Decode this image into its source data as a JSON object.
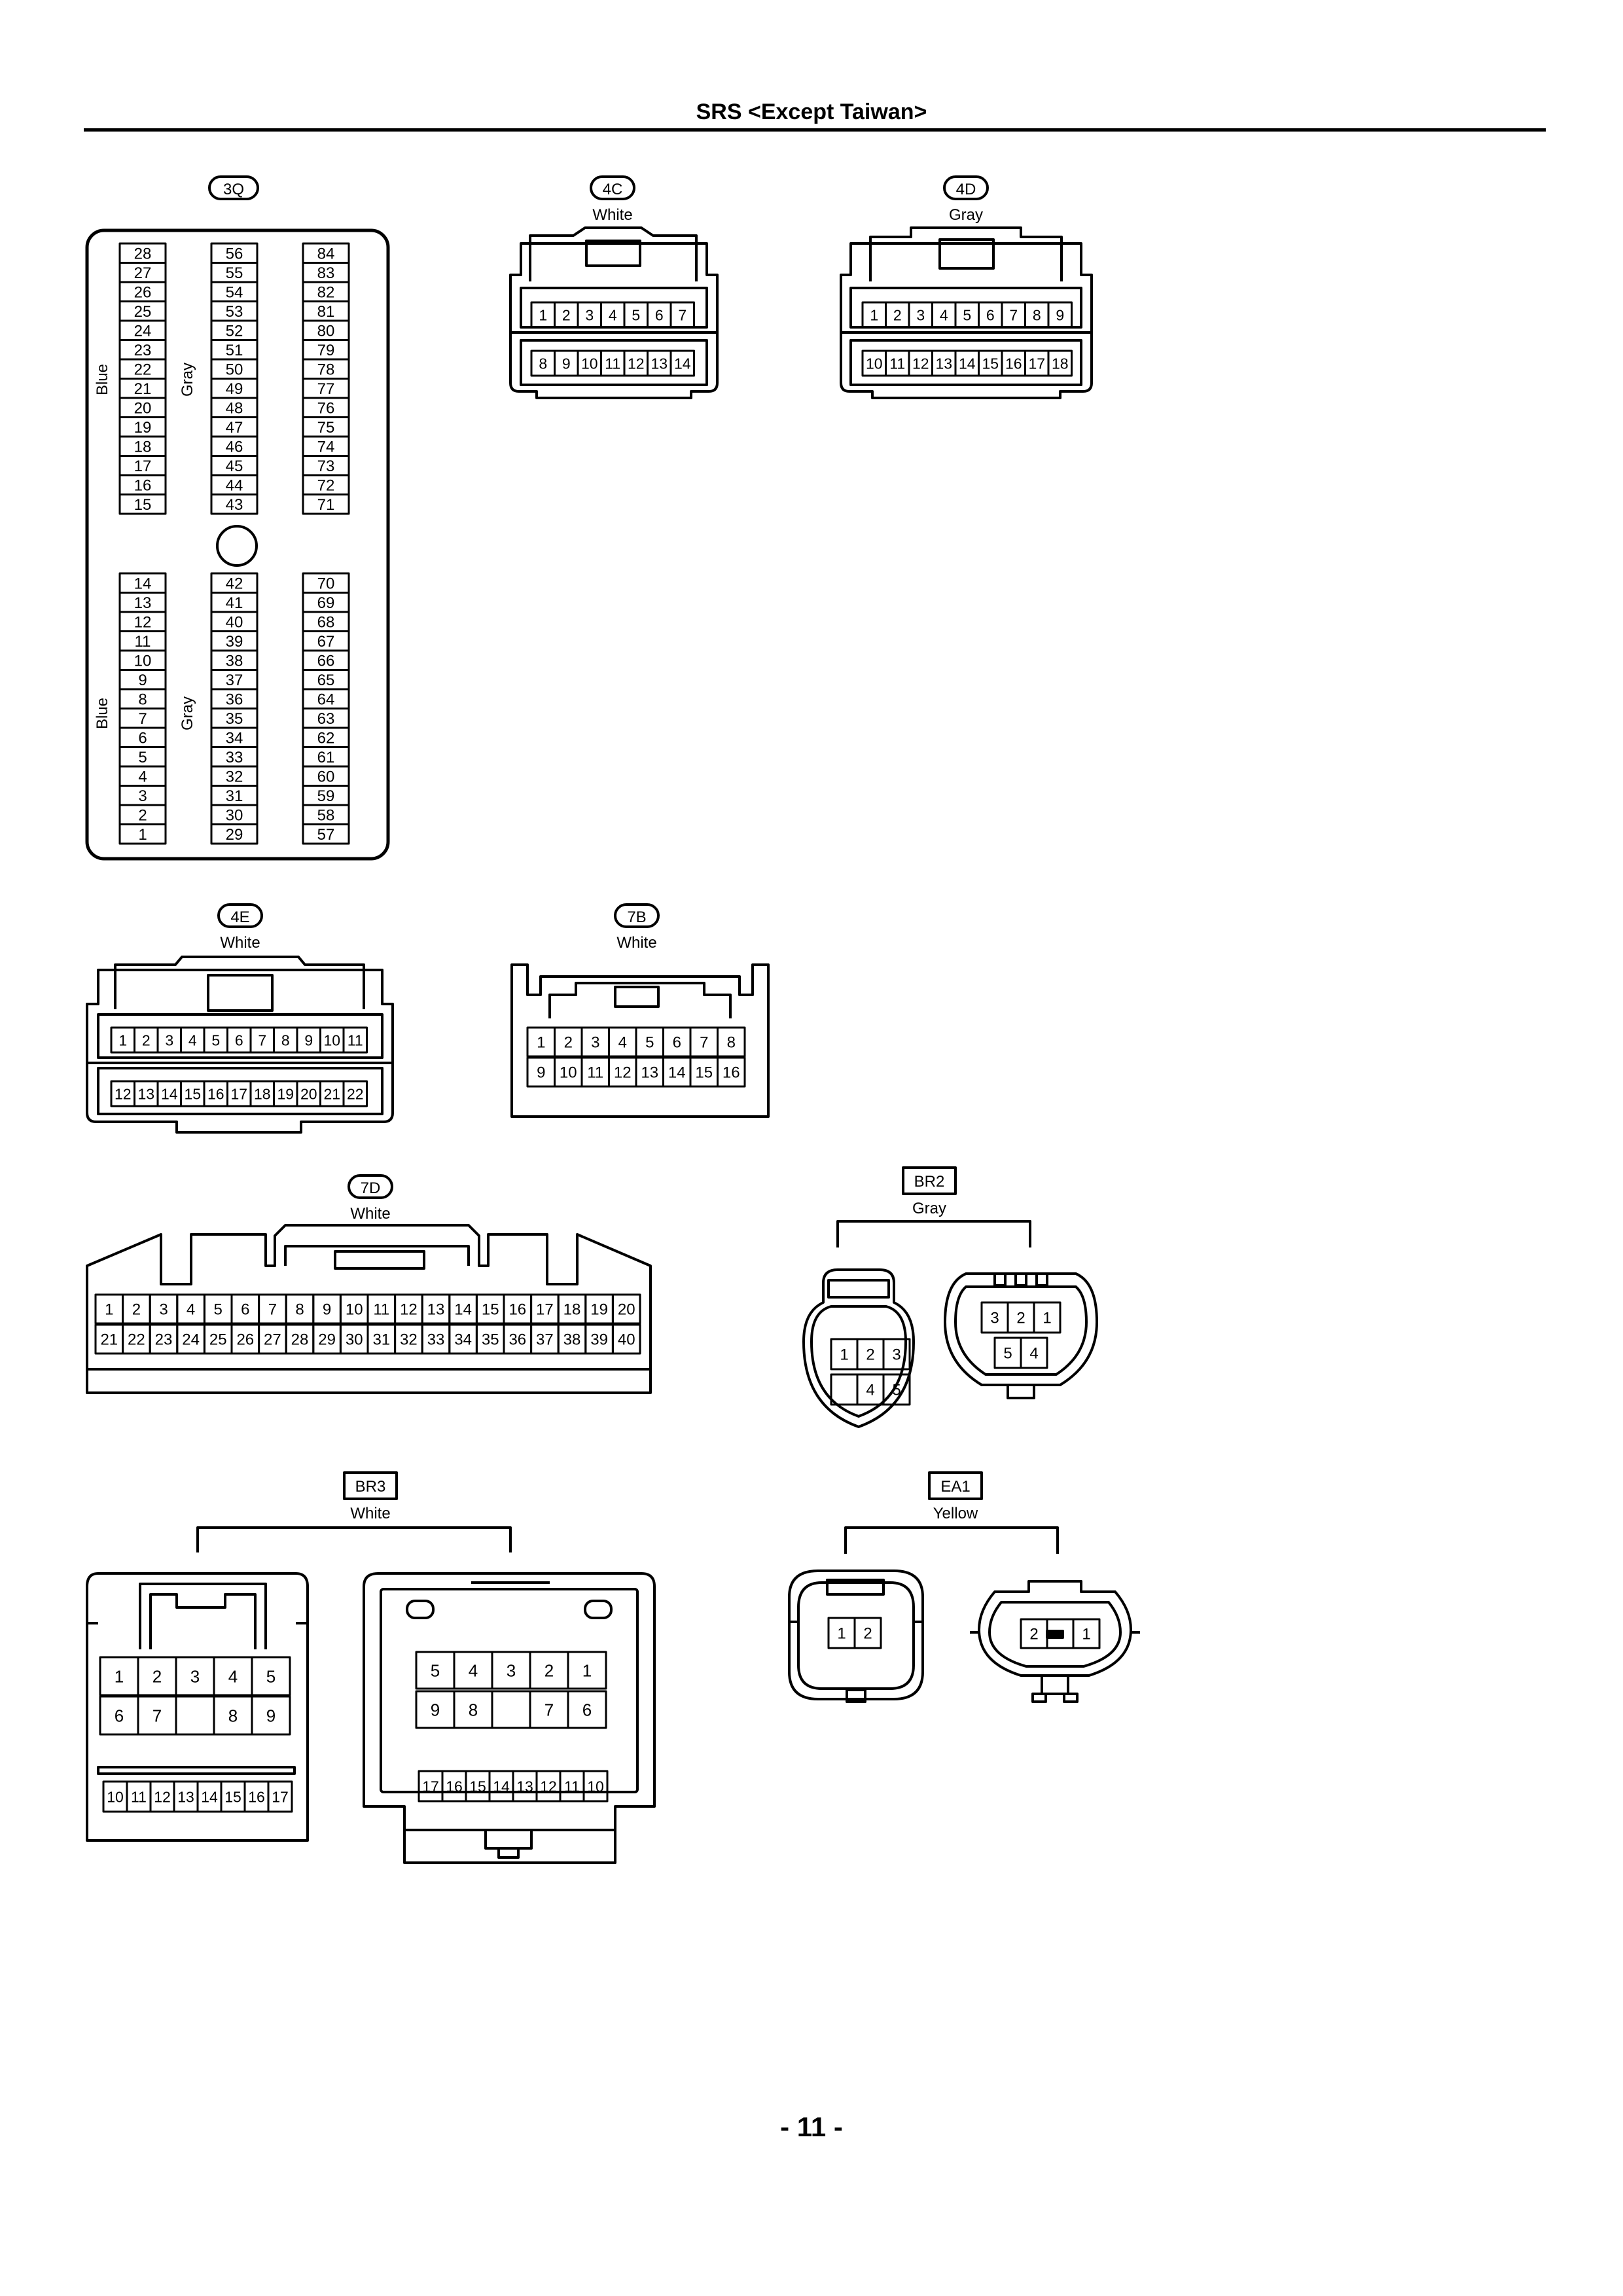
{
  "page": {
    "title": "SRS <Except Taiwan>",
    "page_number": "- 11 -"
  },
  "connectors": {
    "c3q": {
      "code": "3Q",
      "color_blue": "Blue",
      "color_gray": "Gray"
    },
    "c4c": {
      "code": "4C",
      "color": "White"
    },
    "c4d": {
      "code": "4D",
      "color": "Gray"
    },
    "c4e": {
      "code": "4E",
      "color": "White"
    },
    "c7b": {
      "code": "7B",
      "color": "White"
    },
    "c7d": {
      "code": "7D",
      "color": "White"
    },
    "br2": {
      "code": "BR2",
      "color": "Gray"
    },
    "br3": {
      "code": "BR3",
      "color": "White"
    },
    "ea1": {
      "code": "EA1",
      "color": "Yellow"
    }
  }
}
